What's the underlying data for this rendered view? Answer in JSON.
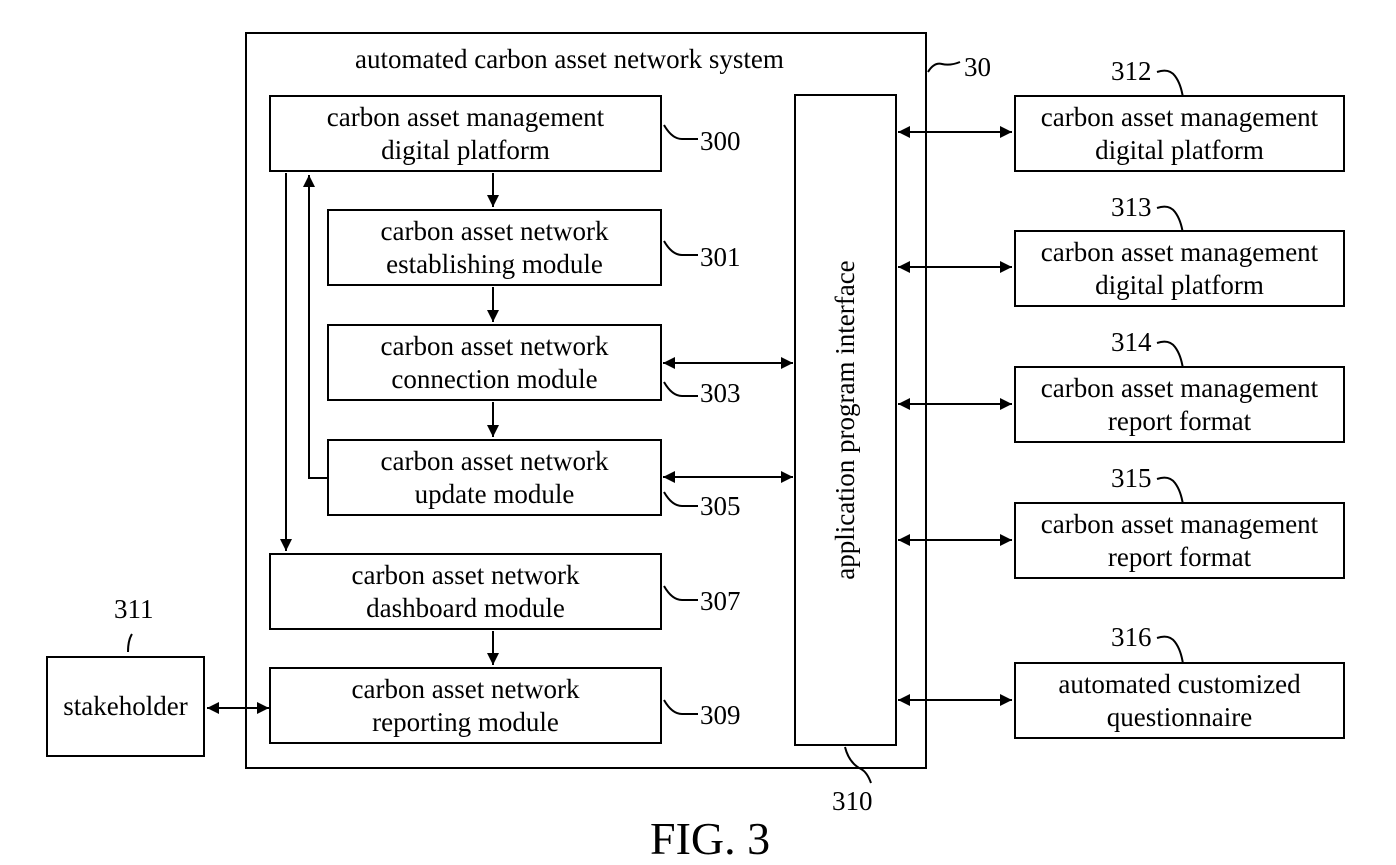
{
  "system": {
    "title": "automated carbon asset network system",
    "ref": "30"
  },
  "modules": [
    {
      "id": "m300",
      "lines": [
        "carbon asset management",
        "digital platform"
      ],
      "ref": "300"
    },
    {
      "id": "m301",
      "lines": [
        "carbon asset network",
        "establishing module"
      ],
      "ref": "301"
    },
    {
      "id": "m303",
      "lines": [
        "carbon asset network",
        "connection module"
      ],
      "ref": "303"
    },
    {
      "id": "m305",
      "lines": [
        "carbon asset network",
        "update module"
      ],
      "ref": "305"
    },
    {
      "id": "m307",
      "lines": [
        "carbon asset network",
        "dashboard module"
      ],
      "ref": "307"
    },
    {
      "id": "m309",
      "lines": [
        "carbon asset network",
        "reporting module"
      ],
      "ref": "309"
    }
  ],
  "api": {
    "label": "application program interface",
    "ref": "310"
  },
  "stakeholder": {
    "label": "stakeholder",
    "ref": "311"
  },
  "external": [
    {
      "id": "e312",
      "lines": [
        "carbon asset management",
        "digital platform"
      ],
      "ref": "312"
    },
    {
      "id": "e313",
      "lines": [
        "carbon asset management",
        "digital platform"
      ],
      "ref": "313"
    },
    {
      "id": "e314",
      "lines": [
        "carbon asset management",
        "report format"
      ],
      "ref": "314"
    },
    {
      "id": "e315",
      "lines": [
        "carbon asset management",
        "report format"
      ],
      "ref": "315"
    },
    {
      "id": "e316",
      "lines": [
        "automated customized",
        "questionnaire"
      ],
      "ref": "316"
    }
  ],
  "figure_label": "FIG. 3"
}
